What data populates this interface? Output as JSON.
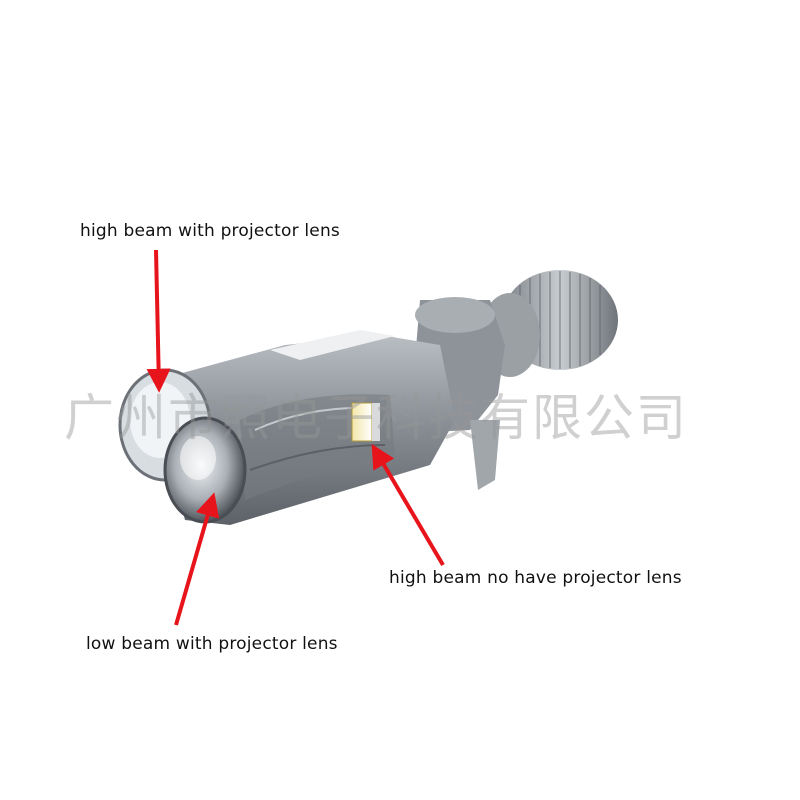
{
  "labels": {
    "high_beam_with_lens": "high beam with projector lens",
    "high_beam_no_lens": "high beam no have projector lens",
    "low_beam_with_lens": "low beam with projector lens"
  },
  "watermark": "广州市照电子科技有限公司",
  "colors": {
    "arrow": "#e8141c",
    "body": "#8f959b",
    "text": "#111111"
  }
}
